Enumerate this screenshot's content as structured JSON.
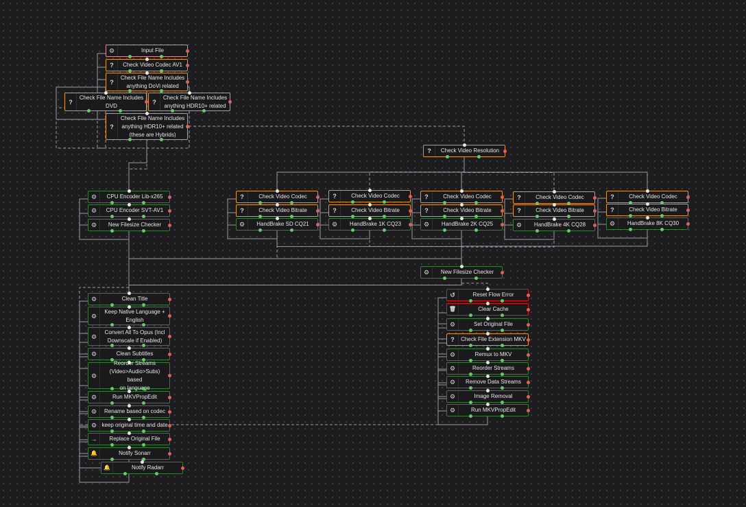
{
  "flow": {
    "nodes": [
      {
        "id": "input_file",
        "label": "Input File",
        "kind": "input",
        "icon": "gear-icon"
      },
      {
        "id": "check_av1",
        "label": "Check Video Codec AV1",
        "kind": "cond",
        "icon": "question-icon"
      },
      {
        "id": "check_dovi",
        "label": "Check File Name Includes\nanything DoVi related",
        "kind": "cond",
        "icon": "question-icon"
      },
      {
        "id": "check_dvd",
        "label": "Check File Name Includes\nDVD",
        "kind": "cond",
        "icon": "question-icon"
      },
      {
        "id": "check_hdr10",
        "label": "Check File Name Includes\nanything HDR10+ related",
        "kind": "cond",
        "icon": "question-icon"
      },
      {
        "id": "check_hybrid",
        "label": "Check File Name Includes\nanything HDR10+ related\n(these are Hybrids)",
        "kind": "cond",
        "icon": "question-icon"
      },
      {
        "id": "check_resolution",
        "label": "Check Video Resolution",
        "kind": "cond",
        "icon": "question-icon"
      },
      {
        "id": "cpu_x265",
        "label": "CPU Encoder Lib-x265",
        "kind": "action",
        "icon": "gear-icon"
      },
      {
        "id": "cpu_av1",
        "label": "CPU Encoder SVT-AV1",
        "kind": "action",
        "icon": "gear-icon"
      },
      {
        "id": "filesize_left",
        "label": "New Filesize Checker",
        "kind": "action",
        "icon": "gear-icon"
      },
      {
        "id": "sd_codec",
        "label": "Check Video Codec",
        "kind": "cond",
        "icon": "question-icon"
      },
      {
        "id": "sd_bitrate",
        "label": "Check Video Bitrate",
        "kind": "cond",
        "icon": "question-icon"
      },
      {
        "id": "hb_sd",
        "label": "HandBrake SD CQ21",
        "kind": "action",
        "icon": "gear-icon"
      },
      {
        "id": "k1_codec",
        "label": "Check Video Codec",
        "kind": "cond",
        "icon": "question-icon"
      },
      {
        "id": "k1_bitrate",
        "label": "Check Video Bitrate",
        "kind": "cond",
        "icon": "question-icon"
      },
      {
        "id": "hb_1k",
        "label": "HandBrake 1K CQ23",
        "kind": "action",
        "icon": "gear-icon"
      },
      {
        "id": "k2_codec",
        "label": "Check Video Codec",
        "kind": "cond",
        "icon": "question-icon"
      },
      {
        "id": "k2_bitrate",
        "label": "Check Video Bitrate",
        "kind": "cond",
        "icon": "question-icon"
      },
      {
        "id": "hb_2k",
        "label": "HandBrake 2K CQ25",
        "kind": "action",
        "icon": "gear-icon"
      },
      {
        "id": "k4_codec",
        "label": "Check Video Codec",
        "kind": "cond",
        "icon": "question-icon"
      },
      {
        "id": "k4_bitrate",
        "label": "Check Video Bitrate",
        "kind": "cond",
        "icon": "question-icon"
      },
      {
        "id": "hb_4k",
        "label": "HandBrake 4K CQ28",
        "kind": "action",
        "icon": "gear-icon"
      },
      {
        "id": "k8_codec",
        "label": "Check Video Codec",
        "kind": "cond",
        "icon": "question-icon"
      },
      {
        "id": "k8_bitrate",
        "label": "Check Video Bitrate",
        "kind": "cond",
        "icon": "question-icon"
      },
      {
        "id": "hb_8k",
        "label": "HandBrake 8K CQ30",
        "kind": "action",
        "icon": "gear-icon"
      },
      {
        "id": "filesize_mid",
        "label": "New Filesize Checker",
        "kind": "action",
        "icon": "gear-icon"
      },
      {
        "id": "reset_flow",
        "label": "Reset Flow Error",
        "kind": "error",
        "icon": "reset-icon"
      },
      {
        "id": "clear_cache",
        "label": "Clear Cache",
        "kind": "error",
        "icon": "trash-icon"
      },
      {
        "id": "set_original",
        "label": "Set Original File",
        "kind": "action",
        "icon": "gear-icon"
      },
      {
        "id": "check_ext",
        "label": "Check File Extension MKV",
        "kind": "cond",
        "icon": "question-icon"
      },
      {
        "id": "remux",
        "label": "Remux to MKV",
        "kind": "action",
        "icon": "gear-icon"
      },
      {
        "id": "reorder_r",
        "label": "Reorder Streams",
        "kind": "action",
        "icon": "gear-icon"
      },
      {
        "id": "remove_data",
        "label": "Remove Data Streams",
        "kind": "action",
        "icon": "gear-icon"
      },
      {
        "id": "image_removal",
        "label": "Image Removal",
        "kind": "action",
        "icon": "gear-icon"
      },
      {
        "id": "mkvprop_r",
        "label": "Run MKVPropEdit",
        "kind": "action",
        "icon": "gear-icon"
      },
      {
        "id": "clean_title",
        "label": "Clean Title",
        "kind": "action",
        "icon": "gear-icon"
      },
      {
        "id": "keep_lang",
        "label": "Keep Native Language +\nEnglish",
        "kind": "action",
        "icon": "gear-icon"
      },
      {
        "id": "convert_opus",
        "label": "Convert All To Opus (Incl\nDownscale if Enabled)",
        "kind": "action",
        "icon": "gear-icon"
      },
      {
        "id": "clean_subs",
        "label": "Clean Subtitles",
        "kind": "action",
        "icon": "gear-icon"
      },
      {
        "id": "reorder_l",
        "label": "Reorder Streams\n(Video>Audio>Subs) based\non language",
        "kind": "action",
        "icon": "gear-icon"
      },
      {
        "id": "mkvprop_l",
        "label": "Run MKVPropEdit",
        "kind": "action",
        "icon": "gear-icon"
      },
      {
        "id": "rename",
        "label": "Rename based on codec",
        "kind": "action",
        "icon": "gear-icon"
      },
      {
        "id": "keep_time",
        "label": "keep original time and date",
        "kind": "action",
        "icon": "gear-icon"
      },
      {
        "id": "replace",
        "label": "Replace Original File",
        "kind": "action",
        "icon": "arrow-right-icon"
      },
      {
        "id": "notify_sonarr",
        "label": "Notify Sonarr",
        "kind": "action",
        "icon": "bell-icon"
      },
      {
        "id": "notify_radarr",
        "label": "Notify Radarr",
        "kind": "action",
        "icon": "bell-icon"
      }
    ],
    "edges": [
      [
        "input_file",
        "check_av1",
        "solid"
      ],
      [
        "check_av1",
        "check_dovi",
        "solid"
      ],
      [
        "check_dovi",
        "check_dvd",
        "solid"
      ],
      [
        "check_dovi",
        "check_hdr10",
        "solid"
      ],
      [
        "check_dvd",
        "check_hybrid",
        "dashed"
      ],
      [
        "check_hdr10",
        "check_hybrid",
        "dashed"
      ],
      [
        "check_hdr10",
        "check_resolution",
        "dashed"
      ],
      [
        "check_hybrid",
        "cpu_x265",
        "solid"
      ],
      [
        "check_hybrid",
        "cpu_av1",
        "dashed"
      ],
      [
        "check_resolution",
        "sd_codec",
        "solid"
      ],
      [
        "check_resolution",
        "k1_codec",
        "dashed"
      ],
      [
        "check_resolution",
        "k2_codec",
        "solid"
      ],
      [
        "check_resolution",
        "k4_codec",
        "dashed"
      ],
      [
        "check_resolution",
        "k8_codec",
        "solid"
      ],
      [
        "sd_codec",
        "sd_bitrate",
        "solid"
      ],
      [
        "sd_bitrate",
        "hb_sd",
        "solid"
      ],
      [
        "k1_codec",
        "k1_bitrate",
        "solid"
      ],
      [
        "k1_bitrate",
        "hb_1k",
        "solid"
      ],
      [
        "k2_codec",
        "k2_bitrate",
        "solid"
      ],
      [
        "k2_bitrate",
        "hb_2k",
        "solid"
      ],
      [
        "k4_codec",
        "k4_bitrate",
        "solid"
      ],
      [
        "k4_bitrate",
        "hb_4k",
        "solid"
      ],
      [
        "k8_codec",
        "k8_bitrate",
        "solid"
      ],
      [
        "k8_bitrate",
        "hb_8k",
        "solid"
      ],
      [
        "cpu_x265",
        "cpu_av1",
        "solid"
      ],
      [
        "cpu_av1",
        "filesize_left",
        "solid"
      ],
      [
        "hb_sd",
        "filesize_mid",
        "solid"
      ],
      [
        "hb_1k",
        "filesize_mid",
        "dashed"
      ],
      [
        "hb_2k",
        "filesize_mid",
        "solid"
      ],
      [
        "hb_4k",
        "filesize_mid",
        "dashed"
      ],
      [
        "hb_8k",
        "filesize_mid",
        "solid"
      ],
      [
        "hb_sd",
        "clean_title",
        "dashed"
      ],
      [
        "hb_2k",
        "clean_title",
        "solid"
      ],
      [
        "filesize_left",
        "clean_title",
        "solid"
      ],
      [
        "filesize_mid",
        "clean_title",
        "solid"
      ],
      [
        "filesize_mid",
        "reset_flow",
        "dashed"
      ],
      [
        "reset_flow",
        "clear_cache",
        "solid"
      ],
      [
        "clear_cache",
        "set_original",
        "solid"
      ],
      [
        "set_original",
        "check_ext",
        "solid"
      ],
      [
        "check_ext",
        "remux",
        "solid"
      ],
      [
        "remux",
        "reorder_r",
        "solid"
      ],
      [
        "reorder_r",
        "remove_data",
        "solid"
      ],
      [
        "remove_data",
        "image_removal",
        "solid"
      ],
      [
        "image_removal",
        "mkvprop_r",
        "solid"
      ],
      [
        "mkvprop_r",
        "clean_title",
        "dashed"
      ],
      [
        "clean_title",
        "keep_lang",
        "solid"
      ],
      [
        "keep_lang",
        "convert_opus",
        "solid"
      ],
      [
        "convert_opus",
        "clean_subs",
        "solid"
      ],
      [
        "clean_subs",
        "reorder_l",
        "solid"
      ],
      [
        "reorder_l",
        "mkvprop_l",
        "solid"
      ],
      [
        "mkvprop_l",
        "rename",
        "solid"
      ],
      [
        "rename",
        "keep_time",
        "solid"
      ],
      [
        "keep_time",
        "replace",
        "solid"
      ],
      [
        "replace",
        "notify_sonarr",
        "solid"
      ],
      [
        "notify_sonarr",
        "notify_radarr",
        "solid"
      ]
    ]
  },
  "colors": {
    "background": "#1d1d1f",
    "action_border": "#3a7a3a",
    "condition_border": "#e09a2a",
    "input_border": "#d98fa0",
    "error_border": "#d11c1c",
    "wire": "#9a9aa0",
    "output_port": "#e06060",
    "success_port": "#69c869"
  }
}
